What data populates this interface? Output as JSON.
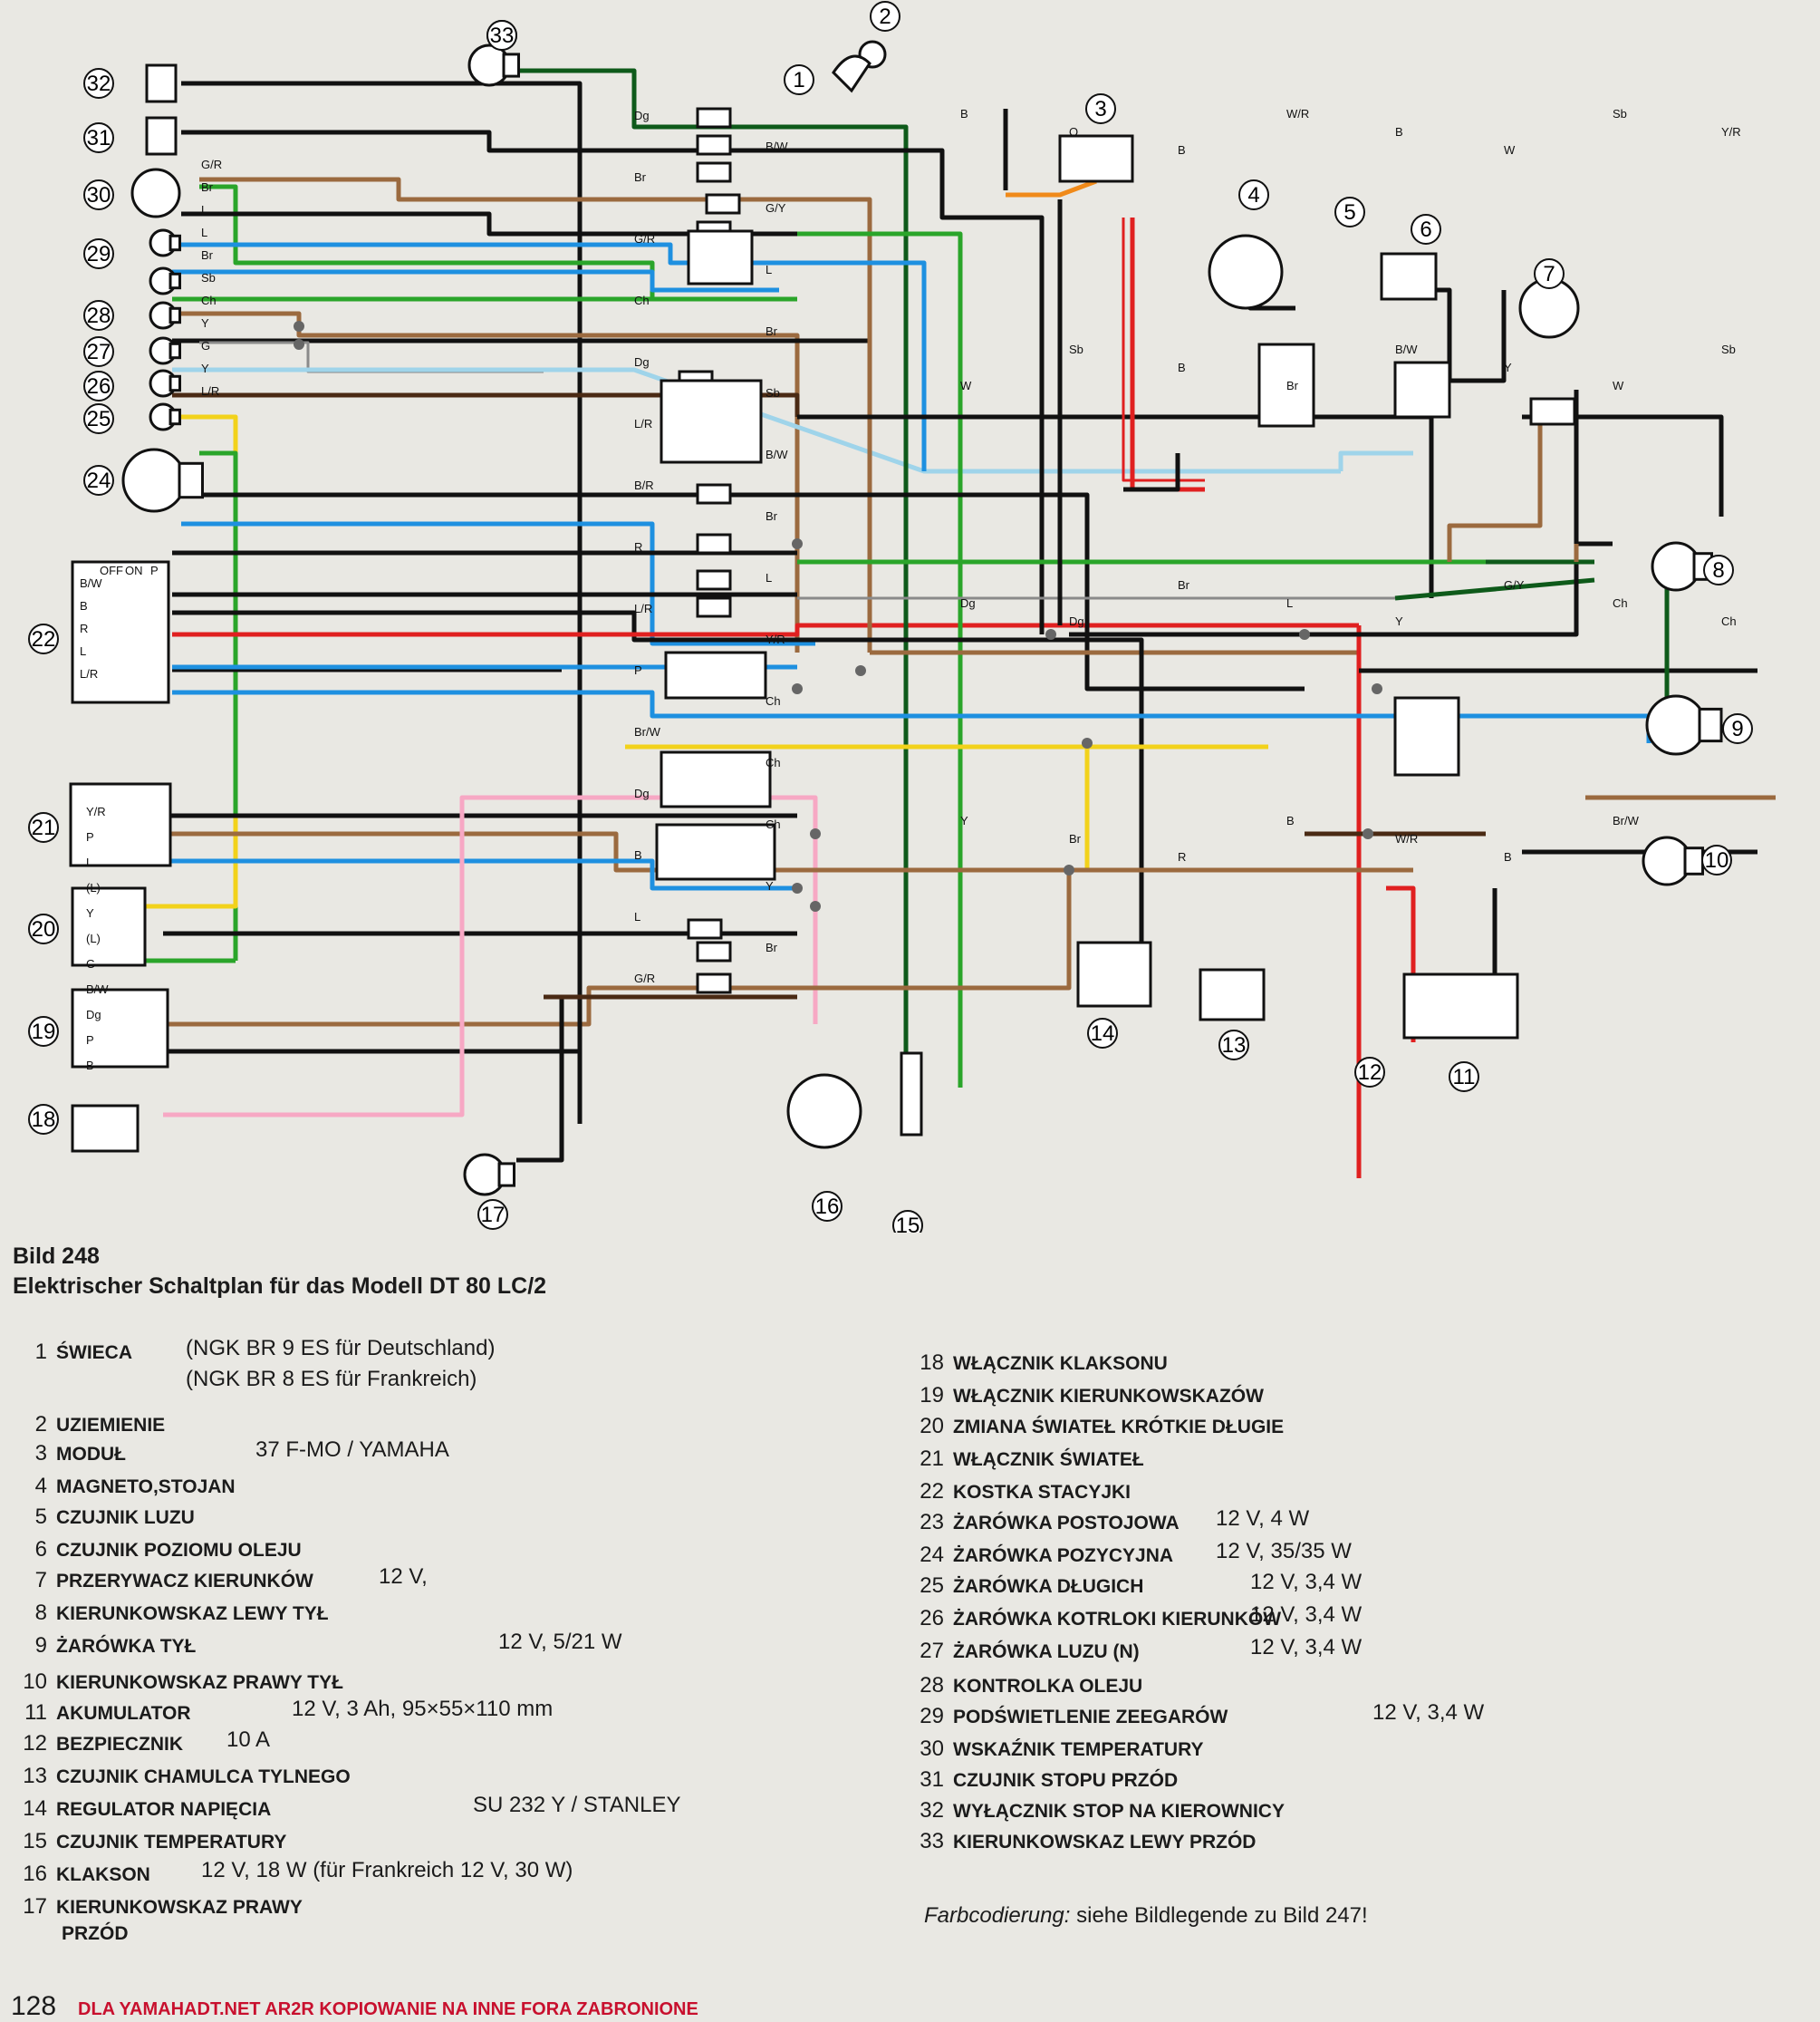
{
  "figure": {
    "label": "Bild 248",
    "title": "Elektrischer Schaltplan für das Modell DT 80 LC/2"
  },
  "legend": [
    {
      "n": "1",
      "label": "ŚWIECA",
      "spec": "(NGK BR 9 ES für Deutschland)",
      "spec2": "(NGK BR 8 ES für Frankreich)"
    },
    {
      "n": "2",
      "label": "UZIEMIENIE",
      "spec": ""
    },
    {
      "n": "3",
      "label": "MODUŁ",
      "spec": "37 F-MO / YAMAHA"
    },
    {
      "n": "4",
      "label": "MAGNETO,STOJAN",
      "spec": ""
    },
    {
      "n": "5",
      "label": "CZUJNIK LUZU",
      "spec": ""
    },
    {
      "n": "6",
      "label": "CZUJNIK POZIOMU OLEJU",
      "spec": ""
    },
    {
      "n": "7",
      "label": "PRZERYWACZ KIERUNKÓW",
      "spec": "12 V,"
    },
    {
      "n": "8",
      "label": "KIERUNKOWSKAZ LEWY TYŁ",
      "spec": ""
    },
    {
      "n": "9",
      "label": "ŻARÓWKA TYŁ",
      "spec": "12 V, 5/21 W"
    },
    {
      "n": "10",
      "label": "KIERUNKOWSKAZ PRAWY TYŁ",
      "spec": ""
    },
    {
      "n": "11",
      "label": "AKUMULATOR",
      "spec": "12 V, 3 Ah, 95×55×110 mm"
    },
    {
      "n": "12",
      "label": "BEZPIECZNIK",
      "spec": "10 A"
    },
    {
      "n": "13",
      "label": "CZUJNIK CHAMULCA TYLNEGO",
      "spec": ""
    },
    {
      "n": "14",
      "label": "REGULATOR NAPIĘCIA",
      "spec": "SU 232 Y / STANLEY"
    },
    {
      "n": "15",
      "label": "CZUJNIK TEMPERATURY",
      "spec": ""
    },
    {
      "n": "16",
      "label": "KLAKSON",
      "spec": "12 V, 18 W (für Frankreich 12 V, 30 W)"
    },
    {
      "n": "17",
      "label": "KIERUNKOWSKAZ PRAWY",
      "label2": "PRZÓD",
      "spec": ""
    },
    {
      "n": "18",
      "label": "WŁĄCZNIK KLAKSONU",
      "spec": ""
    },
    {
      "n": "19",
      "label": "WŁĄCZNIK KIERUNKOWSKAZÓW",
      "spec": ""
    },
    {
      "n": "20",
      "label": "ZMIANA ŚWIATEŁ KRÓTKIE DŁUGIE",
      "spec": ""
    },
    {
      "n": "21",
      "label": "WŁĄCZNIK ŚWIATEŁ",
      "spec": ""
    },
    {
      "n": "22",
      "label": "KOSTKA STACYJKI",
      "spec": ""
    },
    {
      "n": "23",
      "label": "ŻARÓWKA POSTOJOWA",
      "spec": "12 V, 4 W"
    },
    {
      "n": "24",
      "label": "ŻARÓWKA POZYCYJNA",
      "spec": "12 V, 35/35 W"
    },
    {
      "n": "25",
      "label": "ŻARÓWKA DŁUGICH",
      "spec": "12 V, 3,4 W"
    },
    {
      "n": "26",
      "label": "ŻARÓWKA KOTRLOKI KIERUNKÓW",
      "spec": "12 V, 3,4 W"
    },
    {
      "n": "27",
      "label": "ŻARÓWKA LUZU (N)",
      "spec": "12 V, 3,4 W"
    },
    {
      "n": "28",
      "label": "KONTROLKA OLEJU",
      "spec": ""
    },
    {
      "n": "29",
      "label": "PODŚWIETLENIE ZEEGARÓW",
      "spec": "12 V, 3,4 W"
    },
    {
      "n": "30",
      "label": "WSKAŹNIK TEMPERATURY",
      "spec": ""
    },
    {
      "n": "31",
      "label": "CZUJNIK STOPU PRZÓD",
      "spec": ""
    },
    {
      "n": "32",
      "label": "WYŁĄCZNIK STOP NA KIEROWNICY",
      "spec": ""
    },
    {
      "n": "33",
      "label": "KIERUNKOWSKAZ LEWY PRZÓD",
      "spec": ""
    }
  ],
  "switch_headers": {
    "s22": [
      "OFF",
      "ON",
      "P"
    ]
  },
  "wire_codes_left": [
    "G/R",
    "Br",
    "L",
    "L",
    "Br",
    "Sb",
    "Ch",
    "Y",
    "G",
    "Y",
    "L/R",
    "B/W",
    "B",
    "R",
    "L",
    "L/R",
    "Y/R",
    "P",
    "L",
    "(L)",
    "Y",
    "(L)",
    "G",
    "B/W",
    "Dg",
    "P",
    "B"
  ],
  "wire_codes_center": [
    "Dg",
    "B/W",
    "Br",
    "G/Y",
    "G/R",
    "L",
    "Ch",
    "Br",
    "Dg",
    "Sb",
    "L/R",
    "B/W",
    "B/R",
    "Br",
    "R",
    "L",
    "L/R",
    "Y/R",
    "P",
    "Ch",
    "Br/W",
    "Ch",
    "Dg",
    "Ch",
    "B",
    "Y",
    "L",
    "Br",
    "G/R"
  ],
  "wire_codes_right": [
    "B",
    "O",
    "B",
    "W/R",
    "B",
    "W",
    "Sb",
    "Y/R",
    "W",
    "Sb",
    "B",
    "Br",
    "B/W",
    "Y",
    "W",
    "Sb",
    "Dg",
    "Dg",
    "Br",
    "L",
    "Y",
    "G/Y",
    "Ch",
    "Ch",
    "Y",
    "Br",
    "R",
    "B",
    "W/R",
    "B",
    "Br/W"
  ],
  "colors": {
    "black": "#111111",
    "brown": "#9b6a3f",
    "blue": "#1e90e0",
    "green": "#2aa52a",
    "yellow": "#f2d21b",
    "red": "#e02020",
    "pink": "#f7a8c4",
    "darkgreen": "#0e5a1a",
    "lightblue": "#9fd4ea",
    "orange": "#f08a1a",
    "darkbrown": "#4a2a14",
    "gray": "#8a8a8a",
    "white": "#f4f4f4"
  },
  "note": {
    "italic": "Farbcodierung:",
    "rest": " siehe Bildlegende zu Bild 247!"
  },
  "footer": {
    "page": "128",
    "warning": "DLA YAMAHADT.NET  AR2R KOPIOWANIE NA INNE FORA ZABRONIONE"
  }
}
